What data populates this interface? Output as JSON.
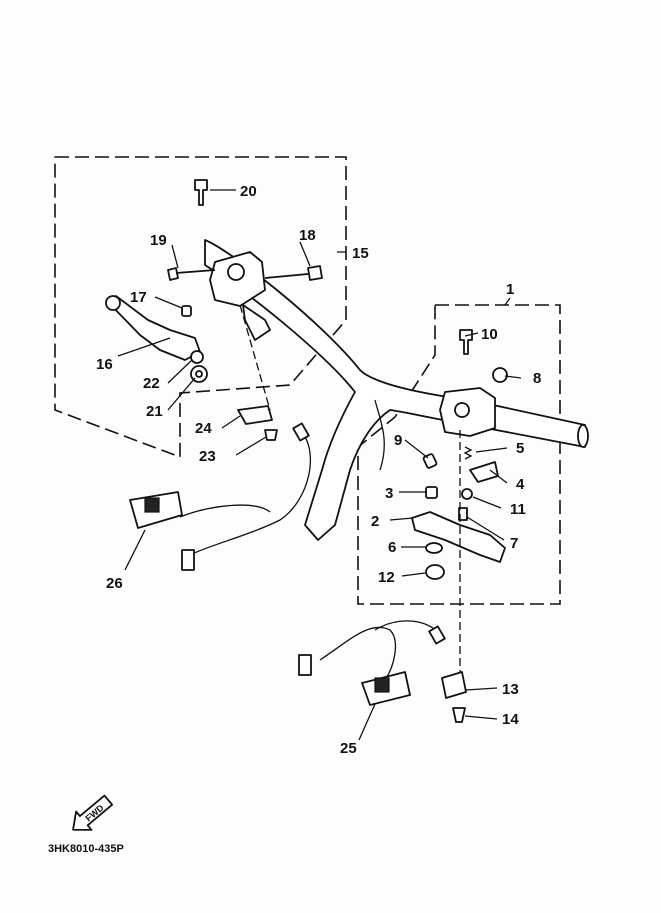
{
  "diagram": {
    "callouts": {
      "c1": "1",
      "c2": "2",
      "c3": "3",
      "c4": "4",
      "c5": "5",
      "c6": "6",
      "c7": "7",
      "c8": "8",
      "c9": "9",
      "c10": "10",
      "c11": "11",
      "c12": "12",
      "c13": "13",
      "c14": "14",
      "c15": "15",
      "c16": "16",
      "c17": "17",
      "c18": "18",
      "c19": "19",
      "c20": "20",
      "c21": "21",
      "c22": "22",
      "c23": "23",
      "c24": "24",
      "c25": "25",
      "c26": "26"
    },
    "drawing_code": "3HK8010-435P",
    "fwd_label": "FWD"
  }
}
